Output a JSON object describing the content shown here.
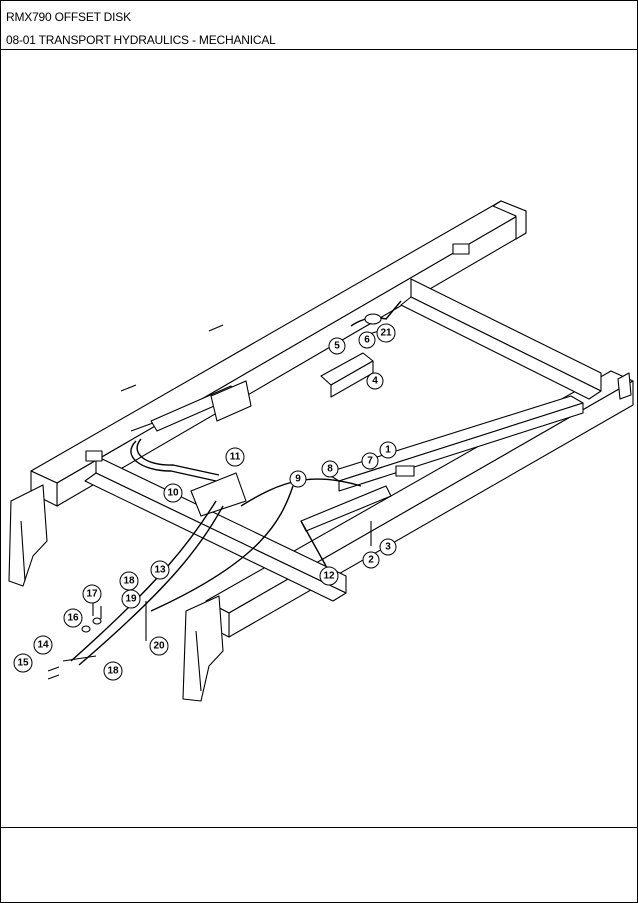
{
  "header": {
    "model": "RMX790 OFFSET DISK",
    "section": "08-01 TRANSPORT HYDRAULICS - MECHANICAL"
  },
  "diagram": {
    "callouts": [
      "1",
      "2",
      "3",
      "4",
      "5",
      "6",
      "7",
      "8",
      "9",
      "10",
      "11",
      "12",
      "13",
      "14",
      "15",
      "16",
      "17",
      "18",
      "18",
      "19",
      "20",
      "21"
    ]
  }
}
